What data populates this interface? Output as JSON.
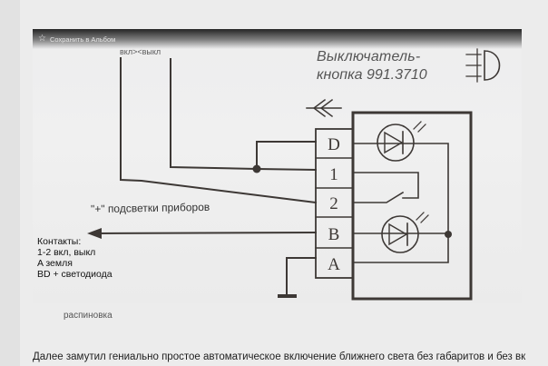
{
  "photo": {
    "save_button_label": "Сохранить в Альбом",
    "save_icon": "star-icon",
    "diagram": {
      "wire_label": "вкл><выкл",
      "title_line1": "Выключатель-",
      "title_line2": "кнопка 991.3710",
      "symbol_icon": "fog-light-icon",
      "connector_icon": "connector-arrow-icon",
      "terminals": [
        "D",
        "1",
        "2",
        "B",
        "A"
      ],
      "output_label": "\"+\" подсветки приборов",
      "contacts_note": {
        "title": "Контакты:",
        "lines": [
          "1-2 вкл, выкл",
          "A земля",
          "BD + светодиода"
        ]
      }
    }
  },
  "caption": "распиновка",
  "body_text": "Далее замутил гениально простое автоматическое включение ближнего света без габаритов и без вк",
  "colors": {
    "page_bg": "#ececec",
    "left_strip": "#e2e2e2",
    "ink": "#3a3633",
    "text": "#1e1e1e"
  }
}
